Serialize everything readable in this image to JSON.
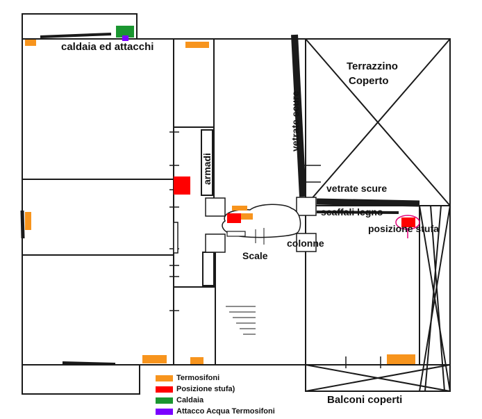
{
  "labels": {
    "caldaia": "caldaia ed attacchi",
    "terrazzino_line1": "Terrazzino",
    "terrazzino_line2": "Coperto",
    "vetrate_vertical": "vetrate scure",
    "armadi": "armadi",
    "vetrate_horizontal": "vetrate scure",
    "scaffali": "scaffali legno",
    "posizione_stufa": "posizione stufa",
    "colonne": "colonne",
    "scale": "Scale",
    "balconi": "Balconi coperti"
  },
  "legend": [
    {
      "label": "Termosifoni",
      "color": "#f7941d"
    },
    {
      "label": "Posizione stufa)",
      "color": "#ff0000"
    },
    {
      "label": "Caldaia",
      "color": "#1a9630"
    },
    {
      "label": "Attacco Acqua Termosifoni",
      "color": "#7a00ff"
    }
  ],
  "colors": {
    "wall": "#1a1a1a",
    "radiator": "#f7941d",
    "stove": "#ff0000",
    "boiler": "#1a9630",
    "water": "#7a00ff",
    "stove_marker": "#e2007a"
  }
}
